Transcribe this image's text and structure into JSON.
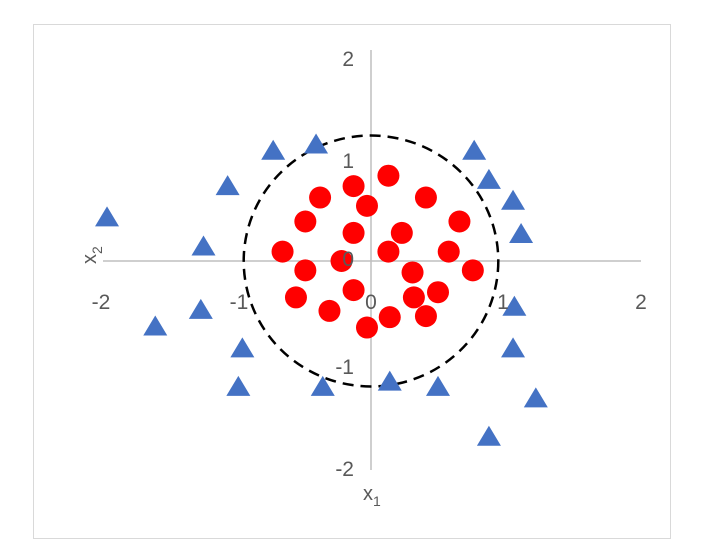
{
  "chart_data": {
    "type": "scatter",
    "title": "",
    "xlabel": "x1",
    "ylabel": "x2",
    "xlim": [
      -2,
      2
    ],
    "ylim": [
      -2,
      2
    ],
    "x_ticks": [
      "-2",
      "-1",
      "0",
      "1",
      "2"
    ],
    "y_ticks": [
      "2",
      "1",
      "0",
      "-1",
      "-2"
    ],
    "grid": false,
    "legend": "none",
    "boundary": {
      "shape": "circle",
      "center": [
        0,
        0
      ],
      "radius": 0.95,
      "style": "dashed",
      "color": "#000000"
    },
    "series": [
      {
        "marker": "circle",
        "color": "#ff0000",
        "points": [
          [
            0.13,
            0.82
          ],
          [
            -0.13,
            0.72
          ],
          [
            -0.38,
            0.61
          ],
          [
            0.41,
            0.61
          ],
          [
            -0.03,
            0.53
          ],
          [
            -0.49,
            0.38
          ],
          [
            0.66,
            0.38
          ],
          [
            -0.13,
            0.27
          ],
          [
            0.23,
            0.27
          ],
          [
            -0.66,
            0.09
          ],
          [
            0.13,
            0.09
          ],
          [
            0.58,
            0.09
          ],
          [
            -0.22,
            0.0
          ],
          [
            -0.49,
            -0.09
          ],
          [
            0.31,
            -0.11
          ],
          [
            0.76,
            -0.09
          ],
          [
            -0.13,
            -0.28
          ],
          [
            0.5,
            -0.3
          ],
          [
            -0.56,
            -0.35
          ],
          [
            0.32,
            -0.35
          ],
          [
            -0.31,
            -0.48
          ],
          [
            0.14,
            -0.54
          ],
          [
            0.41,
            -0.53
          ],
          [
            -0.03,
            -0.64
          ]
        ]
      },
      {
        "marker": "triangle",
        "color": "#4472c4",
        "points": [
          [
            -0.41,
            1.11
          ],
          [
            -0.73,
            1.05
          ],
          [
            0.77,
            1.05
          ],
          [
            -1.07,
            0.71
          ],
          [
            0.88,
            0.77
          ],
          [
            1.06,
            0.57
          ],
          [
            -1.97,
            0.41
          ],
          [
            1.12,
            0.25
          ],
          [
            -1.25,
            0.13
          ],
          [
            1.07,
            -0.45
          ],
          [
            -1.27,
            -0.48
          ],
          [
            -1.61,
            -0.64
          ],
          [
            -0.96,
            -0.85
          ],
          [
            1.06,
            -0.85
          ],
          [
            0.14,
            -1.17
          ],
          [
            -0.99,
            -1.22
          ],
          [
            -0.36,
            -1.22
          ],
          [
            0.5,
            -1.22
          ],
          [
            1.23,
            -1.33
          ],
          [
            0.88,
            -1.7
          ]
        ]
      }
    ]
  }
}
